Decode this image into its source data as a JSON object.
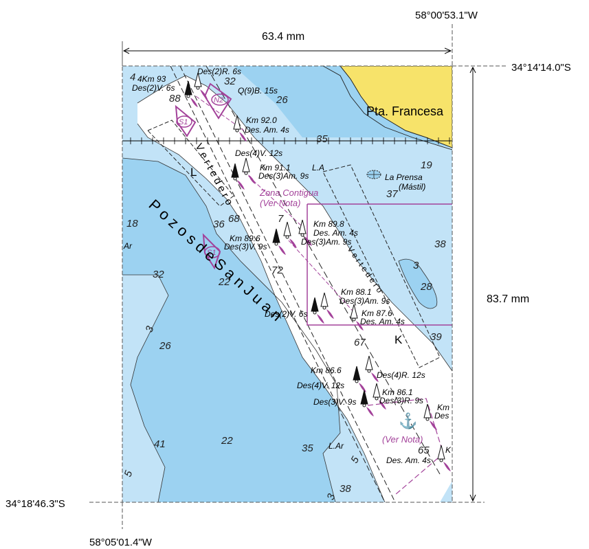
{
  "colors": {
    "deep_water": "#9cd2f1",
    "mid_water": "#c2e3f7",
    "shallow": "#ffffff",
    "land": "#f7e36a",
    "magenta": "#a3429a"
  },
  "coordinates": {
    "top_right_lon": "58°00'53.1\"W",
    "top_right_lat": "34°14'14.0\"S",
    "bottom_left_lat": "34°18'46.3\"S",
    "bottom_left_lon": "58°05'01.4\"W"
  },
  "dimensions": {
    "width_label": "63.4 mm",
    "height_label": "83.7 mm"
  },
  "places": {
    "pta_francesa": "Pta. Francesa",
    "la_prensa": "La Prensa",
    "mastil": "(Mástil)",
    "zona_contigua": "Zona Contigua",
    "ver_nota_1": "(Ver Nota)",
    "ver_nota_2": "(Ver Nota)",
    "vertedero_1": "V e r t e d e r o",
    "vertedero_2": "V e r t e d e r o",
    "pozos": "P o z o s   d e   S a n   J u a n",
    "letter_L": "L",
    "letter_K": "K",
    "la": "L.A",
    "lar": "L.Ar",
    "ar": "Ar"
  },
  "markers": {
    "n2": "N2",
    "s1a": "S1",
    "s1b": "S1"
  },
  "lights": {
    "km93": "4Km 93",
    "des2v6s_a": "Des(2)V. 6s",
    "des2r6s": "Des(2)R. 6s",
    "q9b15s": "Q(9)B. 15s",
    "km920": "Km 92.0",
    "desam4s_a": "Des. Am. 4s",
    "des4v12s_a": "Des(4)V. 12s",
    "km911": "Km 91.1",
    "des3am9s_a": "Des(3)Am. 9s",
    "km898": "Km 89.8",
    "desam4s_b": "Des. Am. 4s",
    "km896": "Km 89.6",
    "des3am9s_b": "Des(3)Am. 9s",
    "des3v9s_a": "Des(3)V. 9s",
    "km881": "Km 88.1",
    "des3am9s_c": "Des(3)Am. 9s",
    "des2v6s_b": "Des(2)V. 6s",
    "km876": "Km 87.6",
    "desam4s_c": "Des. Am. 4s",
    "km866": "Km 86.6",
    "des4r12s": "Des(4)R. 12s",
    "des4v12s_b": "Des(4)V. 12s",
    "km861": "Km 86.1",
    "des3r9s": "Des(3)R. 9s",
    "des3v9s_b": "Des(3)V. 9s",
    "km_edge": "Km",
    "des_edge": "Des",
    "desam4s_d": "Des. Am. 4s",
    "k_edge": "K"
  },
  "depths": {
    "d4a": "4",
    "d88": "88",
    "d32a": "32",
    "d26a": "26",
    "d35a": "35",
    "d19": "19",
    "d37": "37",
    "d18": "18",
    "d36": "36",
    "d68": "68",
    "d7": "7",
    "d72": "72",
    "d38a": "38",
    "d3a": "3",
    "d28": "28",
    "d32b": "32",
    "d22a": "22",
    "d3b": "3",
    "d26b": "26",
    "d67": "67",
    "d39": "39",
    "d41": "41",
    "d22b": "22",
    "d35b": "35",
    "d5a": "5",
    "d38b": "38",
    "d3c": "3",
    "d5b": "5",
    "d65": "65"
  }
}
